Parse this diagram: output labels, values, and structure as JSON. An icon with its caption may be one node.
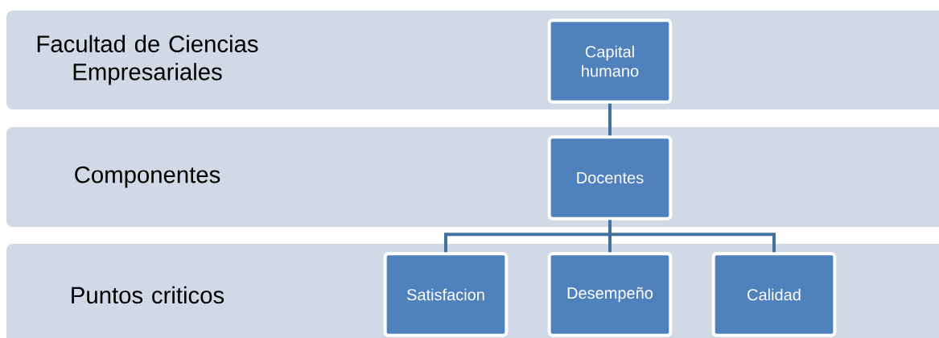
{
  "diagram": {
    "nodes": [
      {
        "text": [
          "Facultad de Ciencias Empresariales"
        ]
      },
      {
        "text": [
          "Capital humano"
        ],
        "in": 0
      },
      {
        "text": [
          "Componentes"
        ]
      },
      {
        "text": [
          "Docentes"
        ],
        "in": 2
      },
      {
        "text": [
          "Puntos criticos"
        ]
      },
      {
        "text": [
          "Satisfacion"
        ],
        "in": 4
      },
      {
        "text": [
          "Desempeño"
        ],
        "in": 4
      },
      {
        "text": [
          "Calidad"
        ],
        "in": 4
      }
    ],
    "edges": [
      {
        "from": 1,
        "to": 3,
        "arrow": "none"
      },
      {
        "from": 3,
        "to": 5,
        "arrow": "none"
      },
      {
        "from": 3,
        "to": 6,
        "arrow": "none"
      },
      {
        "from": 3,
        "to": 7,
        "arrow": "none"
      }
    ]
  }
}
